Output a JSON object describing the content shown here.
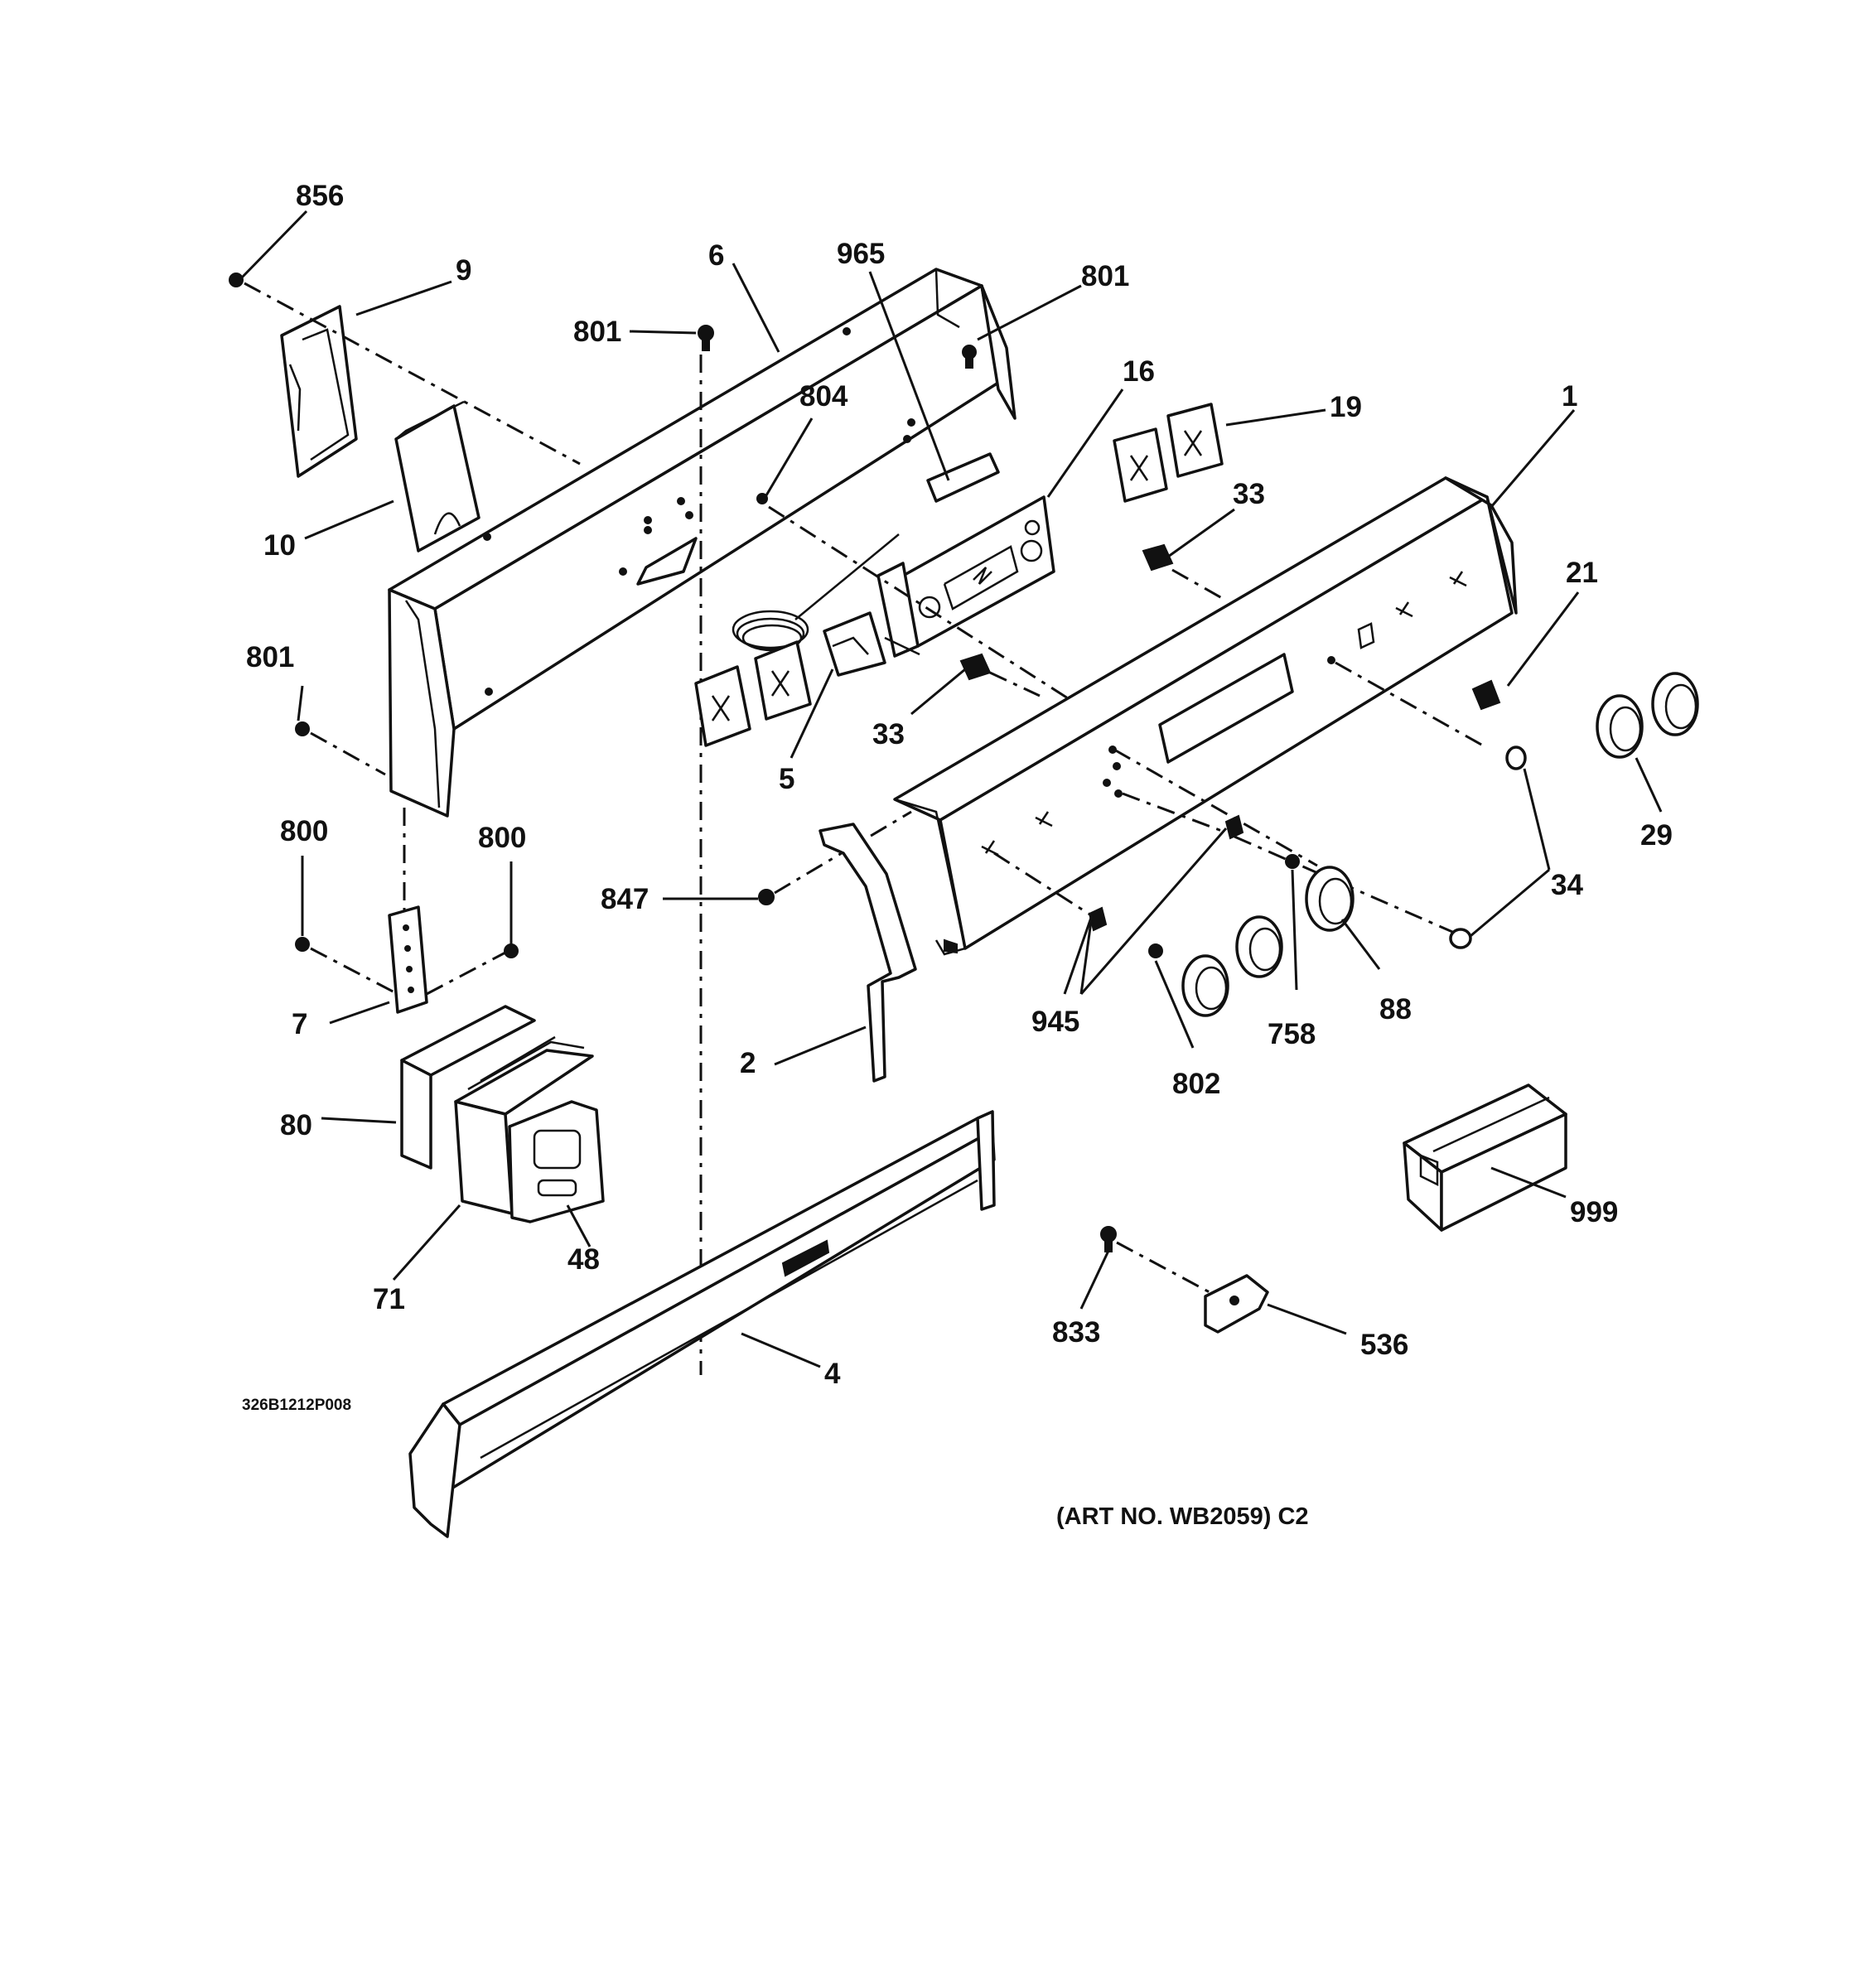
{
  "diagram": {
    "callouts": [
      {
        "id": "856",
        "text": "856"
      },
      {
        "id": "9",
        "text": "9"
      },
      {
        "id": "6",
        "text": "6"
      },
      {
        "id": "965",
        "text": "965"
      },
      {
        "id": "801a",
        "text": "801"
      },
      {
        "id": "801b",
        "text": "801"
      },
      {
        "id": "804",
        "text": "804"
      },
      {
        "id": "16",
        "text": "16"
      },
      {
        "id": "19",
        "text": "19"
      },
      {
        "id": "1",
        "text": "1"
      },
      {
        "id": "10",
        "text": "10"
      },
      {
        "id": "33a",
        "text": "33"
      },
      {
        "id": "21",
        "text": "21"
      },
      {
        "id": "801c",
        "text": "801"
      },
      {
        "id": "33b",
        "text": "33"
      },
      {
        "id": "5",
        "text": "5"
      },
      {
        "id": "29",
        "text": "29"
      },
      {
        "id": "800a",
        "text": "800"
      },
      {
        "id": "800b",
        "text": "800"
      },
      {
        "id": "34",
        "text": "34"
      },
      {
        "id": "847",
        "text": "847"
      },
      {
        "id": "7",
        "text": "7"
      },
      {
        "id": "945",
        "text": "945"
      },
      {
        "id": "88",
        "text": "88"
      },
      {
        "id": "758",
        "text": "758"
      },
      {
        "id": "2",
        "text": "2"
      },
      {
        "id": "802",
        "text": "802"
      },
      {
        "id": "80",
        "text": "80"
      },
      {
        "id": "999",
        "text": "999"
      },
      {
        "id": "48",
        "text": "48"
      },
      {
        "id": "71",
        "text": "71"
      },
      {
        "id": "833",
        "text": "833"
      },
      {
        "id": "536",
        "text": "536"
      },
      {
        "id": "4",
        "text": "4"
      }
    ],
    "drawing_number": "326B1212P008",
    "art_number": "(ART NO. WB2059) C2"
  }
}
